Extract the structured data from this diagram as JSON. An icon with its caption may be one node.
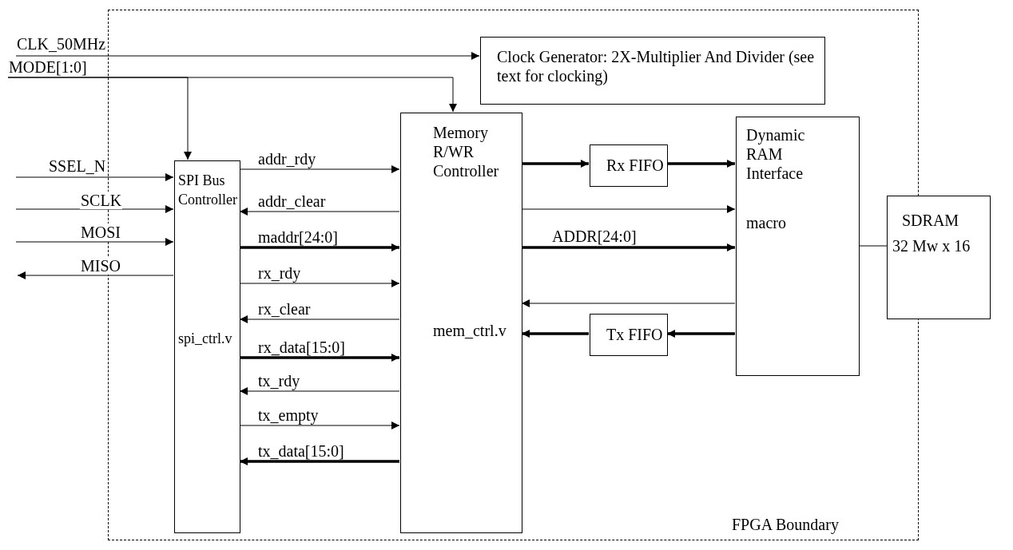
{
  "diagram": {
    "nodes": [
      {
        "text": [
          "FPGA Boundary"
        ]
      },
      {
        "text": [
          "Clock Generator: 2X-Multiplier And Divider (see text for clocking)"
        ],
        "in": 0
      },
      {
        "text": [
          "SPI Bus Controller",
          "spi_ctrl.v"
        ],
        "in": 0
      },
      {
        "text": [
          "Memory R/WR Controller",
          "mem_ctrl.v"
        ],
        "in": 0
      },
      {
        "text": [
          "Rx FIFO"
        ],
        "in": 0
      },
      {
        "text": [
          "Tx FIFO"
        ],
        "in": 0
      },
      {
        "text": [
          "Dynamic RAM Interface",
          "macro"
        ],
        "in": 0
      },
      {
        "text": [
          "SDRAM",
          "32 Mw x 16"
        ]
      }
    ],
    "edges": [
      {
        "from": null,
        "to": 1,
        "arrow": "to",
        "label": "CLK_50MHz"
      },
      {
        "from": null,
        "to": 2,
        "arrow": "to",
        "label": "MODE[1:0]"
      },
      {
        "from": null,
        "to": 3,
        "arrow": "to"
      },
      {
        "from": null,
        "to": 2,
        "arrow": "to",
        "label": "SSEL_N"
      },
      {
        "from": null,
        "to": 2,
        "arrow": "to",
        "label": "SCLK"
      },
      {
        "from": null,
        "to": 2,
        "arrow": "to",
        "label": "MOSI"
      },
      {
        "from": 2,
        "to": null,
        "arrow": "to",
        "label": "MISO"
      },
      {
        "from": 2,
        "to": 3,
        "arrow": "to",
        "label": "addr_rdy"
      },
      {
        "from": 3,
        "to": 2,
        "arrow": "to",
        "label": "addr_clear"
      },
      {
        "from": 2,
        "to": 3,
        "arrow": "to",
        "label": "maddr[24:0]",
        "style": "thick"
      },
      {
        "from": 2,
        "to": 3,
        "arrow": "to",
        "label": "rx_rdy"
      },
      {
        "from": 3,
        "to": 2,
        "arrow": "to",
        "label": "rx_clear"
      },
      {
        "from": 2,
        "to": 3,
        "arrow": "to",
        "label": "rx_data[15:0]",
        "style": "thick"
      },
      {
        "from": 3,
        "to": 2,
        "arrow": "to",
        "label": "tx_rdy"
      },
      {
        "from": 2,
        "to": 3,
        "arrow": "to",
        "label": "tx_empty"
      },
      {
        "from": 3,
        "to": 2,
        "arrow": "to",
        "label": "tx_data[15:0]",
        "style": "thick"
      },
      {
        "from": 3,
        "to": 4,
        "arrow": "to",
        "style": "thick"
      },
      {
        "from": 4,
        "to": 6,
        "arrow": "to",
        "style": "thick"
      },
      {
        "from": 3,
        "to": 6,
        "arrow": "to"
      },
      {
        "from": 3,
        "to": 6,
        "arrow": "to",
        "label": "ADDR[24:0]",
        "style": "thick"
      },
      {
        "from": 6,
        "to": 3,
        "arrow": "to"
      },
      {
        "from": 6,
        "to": 5,
        "arrow": "to",
        "style": "thick"
      },
      {
        "from": 5,
        "to": 3,
        "arrow": "to",
        "style": "thick"
      },
      {
        "from": 6,
        "to": 7,
        "arrow": "none"
      }
    ]
  }
}
